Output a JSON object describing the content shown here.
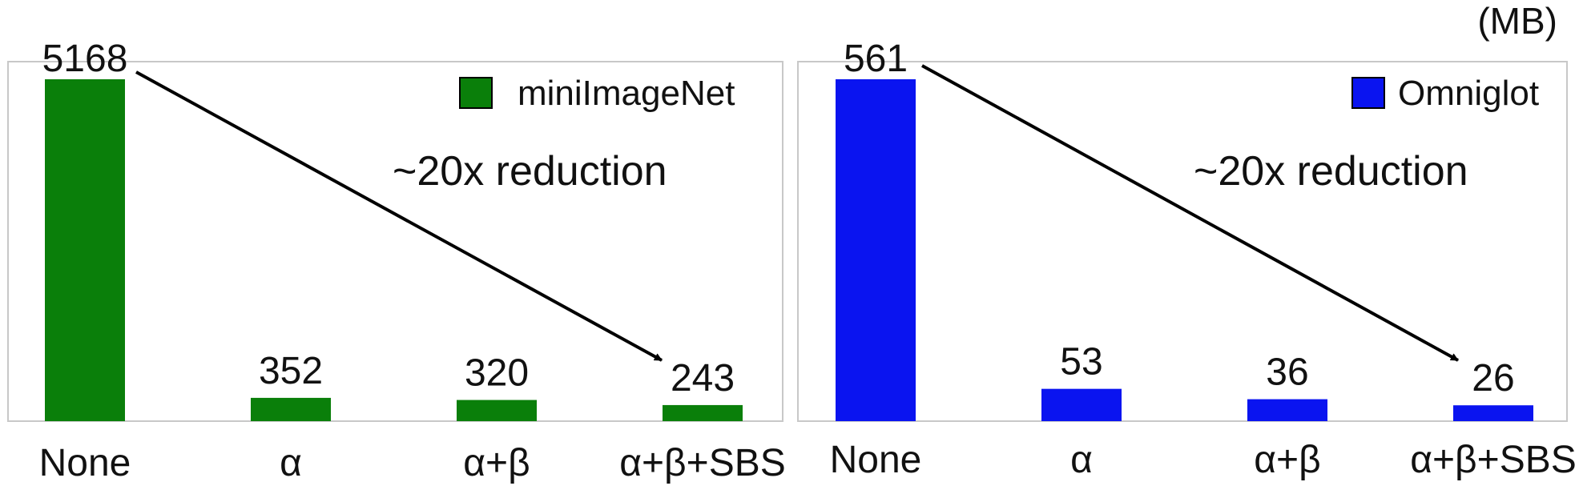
{
  "unit_label": "(MB)",
  "annotation_text": "~20x reduction",
  "chart_data": [
    {
      "type": "bar",
      "categories": [
        "None",
        "α",
        "α+β",
        "α+β+SBS"
      ],
      "values": [
        5168,
        352,
        320,
        243
      ],
      "series": [
        {
          "name": "miniImageNet",
          "values": [
            5168,
            352,
            320,
            243
          ]
        }
      ],
      "color": "#0a7f0a",
      "legend": "top-right",
      "ylabel": "(MB)",
      "grid": false
    },
    {
      "type": "bar",
      "categories": [
        "None",
        "α",
        "α+β",
        "α+β+SBS"
      ],
      "values": [
        561,
        53,
        36,
        26
      ],
      "series": [
        {
          "name": "Omniglot",
          "values": [
            561,
            53,
            36,
            26
          ]
        }
      ],
      "color": "#0a14f0",
      "legend": "top-right",
      "ylabel": "(MB)",
      "grid": false
    }
  ]
}
